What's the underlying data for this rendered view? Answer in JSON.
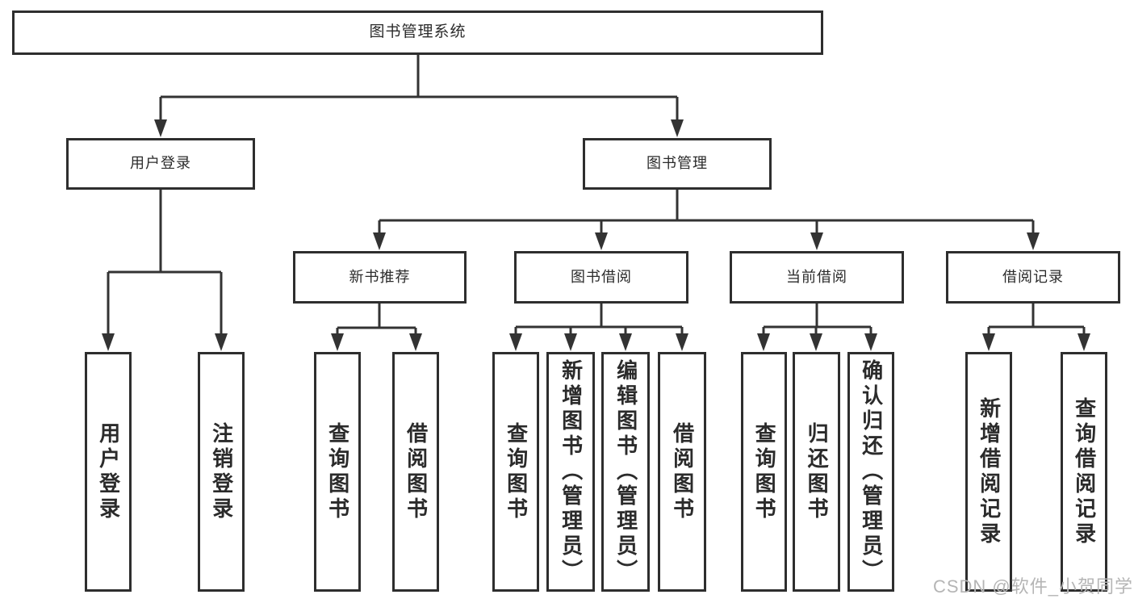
{
  "theme": {
    "line": "#333333",
    "border": "#2e2e2e",
    "text": "#2b2b2b",
    "watermark": "#b5b5b5",
    "bg": "#ffffff"
  },
  "diagram": {
    "root": {
      "label": "图书管理系统"
    },
    "level2": [
      {
        "label": "用户登录"
      },
      {
        "label": "图书管理"
      }
    ],
    "level3": [
      {
        "label": "新书推荐"
      },
      {
        "label": "图书借阅"
      },
      {
        "label": "当前借阅"
      },
      {
        "label": "借阅记录"
      }
    ],
    "leaves": {
      "user_login": [
        {
          "label": "用户登录"
        },
        {
          "label": "注销登录"
        }
      ],
      "new_book": [
        {
          "label": "查询图书"
        },
        {
          "label": "借阅图书"
        }
      ],
      "borrow": [
        {
          "label": "查询图书"
        },
        {
          "label": "新增图书（管理员）"
        },
        {
          "label": "编辑图书（管理员）"
        },
        {
          "label": "借阅图书"
        }
      ],
      "current": [
        {
          "label": "查询图书"
        },
        {
          "label": "归还图书"
        },
        {
          "label": "确认归还（管理员）"
        }
      ],
      "records": [
        {
          "label": "新增借阅记录"
        },
        {
          "label": "查询借阅记录"
        }
      ]
    }
  },
  "watermark": {
    "text": "CSDN @软件_小贺同学"
  }
}
